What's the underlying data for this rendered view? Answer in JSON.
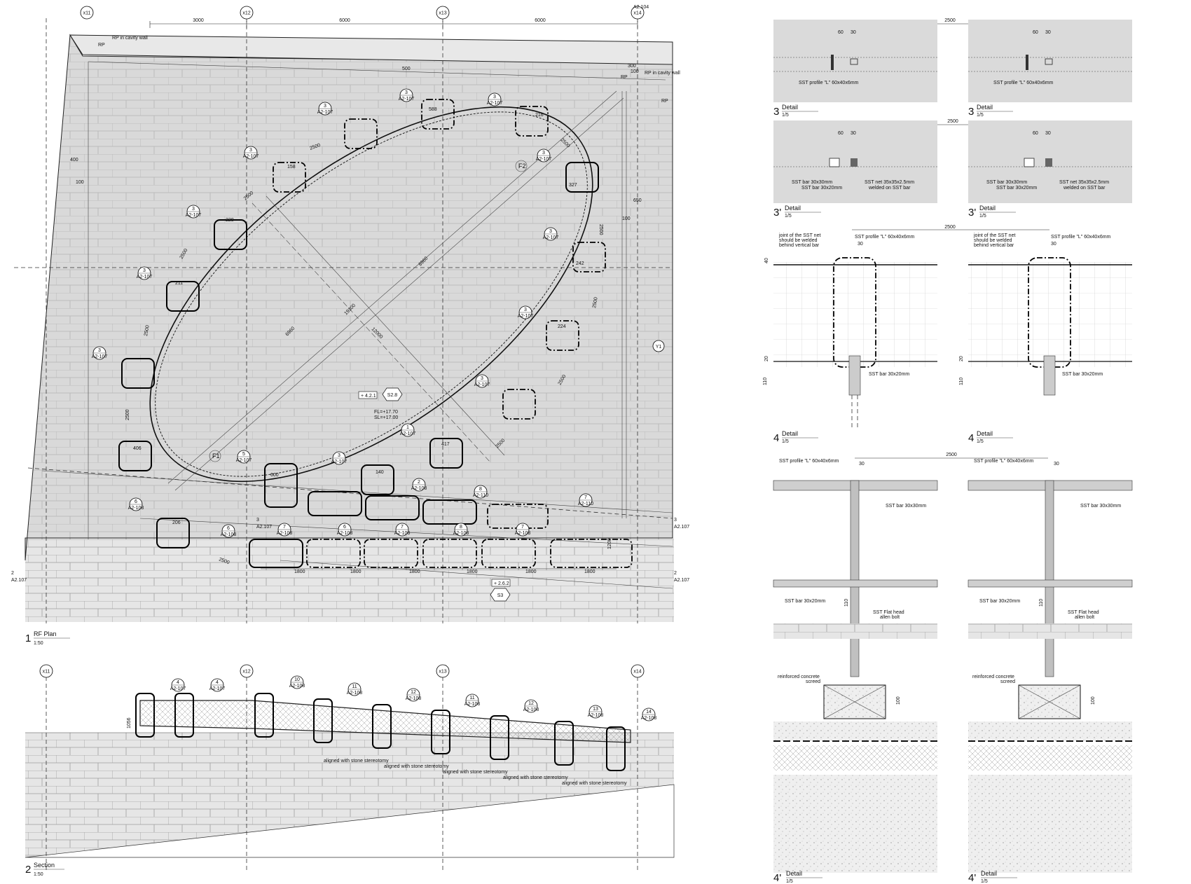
{
  "plan": {
    "grid_labels": [
      "x11",
      "x12",
      "x13",
      "x14"
    ],
    "top_dims": [
      "3000",
      "6000",
      "6000"
    ],
    "wall_note": "RP in cavity wall",
    "rp": "RP",
    "left_dims": [
      "400",
      "100"
    ],
    "top_right_dims": [
      "300",
      "100",
      "650",
      "100",
      "500"
    ],
    "side_tag": "Y1",
    "axes": [
      "F1",
      "F2"
    ],
    "level_a": "+ 4.2.1",
    "level_b": "+ 2.6.2",
    "level_fl": "FL=+17.70",
    "level_sl": "SL=+17.00",
    "hex_s2": "S2.8",
    "hex_s3": "S3",
    "diag_dims": [
      "6960",
      "6960",
      "19300",
      "12000"
    ],
    "ellipse_dims": [
      "2500",
      "2500",
      "2500",
      "2500",
      "2500",
      "2500",
      "2500",
      "2500",
      "2500",
      "2500",
      "2500"
    ],
    "pier_dims": [
      "588",
      "216",
      "327",
      "242",
      "224",
      "417",
      "140",
      "600",
      "406",
      "1200",
      "158",
      "228",
      "211",
      "206"
    ],
    "bottom_dims": [
      "1800",
      "1800",
      "1800",
      "1800",
      "1800",
      "1800"
    ],
    "detail_refs": [
      {
        "n": "3",
        "s": "A2-107"
      },
      {
        "n": "3",
        "s": "A2-107"
      },
      {
        "n": "3",
        "s": "A2-107"
      },
      {
        "n": "3",
        "s": "A2-107"
      },
      {
        "n": "3",
        "s": "A2-107"
      },
      {
        "n": "3",
        "s": "A2-107"
      },
      {
        "n": "3",
        "s": "A2-107"
      },
      {
        "n": "3",
        "s": "A2-107"
      },
      {
        "n": "3",
        "s": "A2-107"
      },
      {
        "n": "3",
        "s": "A2-107"
      },
      {
        "n": "3",
        "s": "A2-107"
      },
      {
        "n": "5",
        "s": "A2-107"
      },
      {
        "n": "6",
        "s": "A2-108"
      },
      {
        "n": "6",
        "s": "A2-108"
      },
      {
        "n": "7",
        "s": "A2-108"
      },
      {
        "n": "6",
        "s": "A2-108"
      },
      {
        "n": "7",
        "s": "A2-108"
      },
      {
        "n": "8",
        "s": "A2-108"
      },
      {
        "n": "7",
        "s": "A2-108"
      },
      {
        "n": "8",
        "s": "A2-110"
      },
      {
        "n": "7",
        "s": "A2-110"
      },
      {
        "n": "2",
        "s": "A2-108"
      },
      {
        "n": "3",
        "s": "A2-107"
      },
      {
        "n": "1",
        "s": "A2-107"
      }
    ],
    "section_marks": [
      {
        "n": "2",
        "s": "A2.107"
      },
      {
        "n": "2",
        "s": "A2.107"
      },
      {
        "n": "3",
        "s": "A2.107"
      },
      {
        "n": "3",
        "s": "A2.107"
      }
    ],
    "sheet_ref": "A2.104",
    "title": "RF Plan",
    "scale": "1:50",
    "number": "1"
  },
  "section": {
    "grid_labels": [
      "x11",
      "x12",
      "x13",
      "x14"
    ],
    "height_dim": "1056",
    "refs": [
      {
        "n": "4",
        "s": "A2-107"
      },
      {
        "n": "4",
        "s": "A2-107"
      },
      {
        "n": "10",
        "s": "A2-108"
      },
      {
        "n": "11",
        "s": "A2-108"
      },
      {
        "n": "12",
        "s": "A2-108"
      },
      {
        "n": "11",
        "s": "A2-108"
      },
      {
        "n": "12",
        "s": "A2-108"
      },
      {
        "n": "13",
        "s": "A2-108"
      },
      {
        "n": "14",
        "s": "A2-108"
      }
    ],
    "note": "aligned with stone stereotomy",
    "title": "Section",
    "scale": "1:50",
    "number": "2"
  },
  "details": {
    "scale": "1/5",
    "title": "Detail",
    "width_dim": "2500",
    "dim_60": "60",
    "dim_30": "30",
    "dim_40": "40",
    "dim_20": "20",
    "dim_110": "110",
    "dim_100": "100",
    "d3": {
      "number": "3",
      "label": "SST profile \"L\" 60x40x6mm"
    },
    "d3p": {
      "number": "3'",
      "bar_a": "SST bar 30x30mm",
      "bar_b": "SST bar 30x20mm",
      "net": "SST net 35x35x2.5mm",
      "net2": "welded on SST bar"
    },
    "d4": {
      "number": "4",
      "joint_a": "joint of the SST net",
      "joint_b": "should be welded",
      "joint_c": "behind vertical bar",
      "profile": "SST profile \"L\" 60x40x6mm",
      "bar": "SST bar 30x20mm"
    },
    "d4p": {
      "number": "4'",
      "profile": "SST profile \"L\" 60x40x6mm",
      "bar30": "SST bar 30x30mm",
      "bar20": "SST bar 30x20mm",
      "bolt_a": "SST Flat head",
      "bolt_b": "allen bolt",
      "rc_a": "reinforced concrete",
      "rc_b": "screed"
    }
  }
}
